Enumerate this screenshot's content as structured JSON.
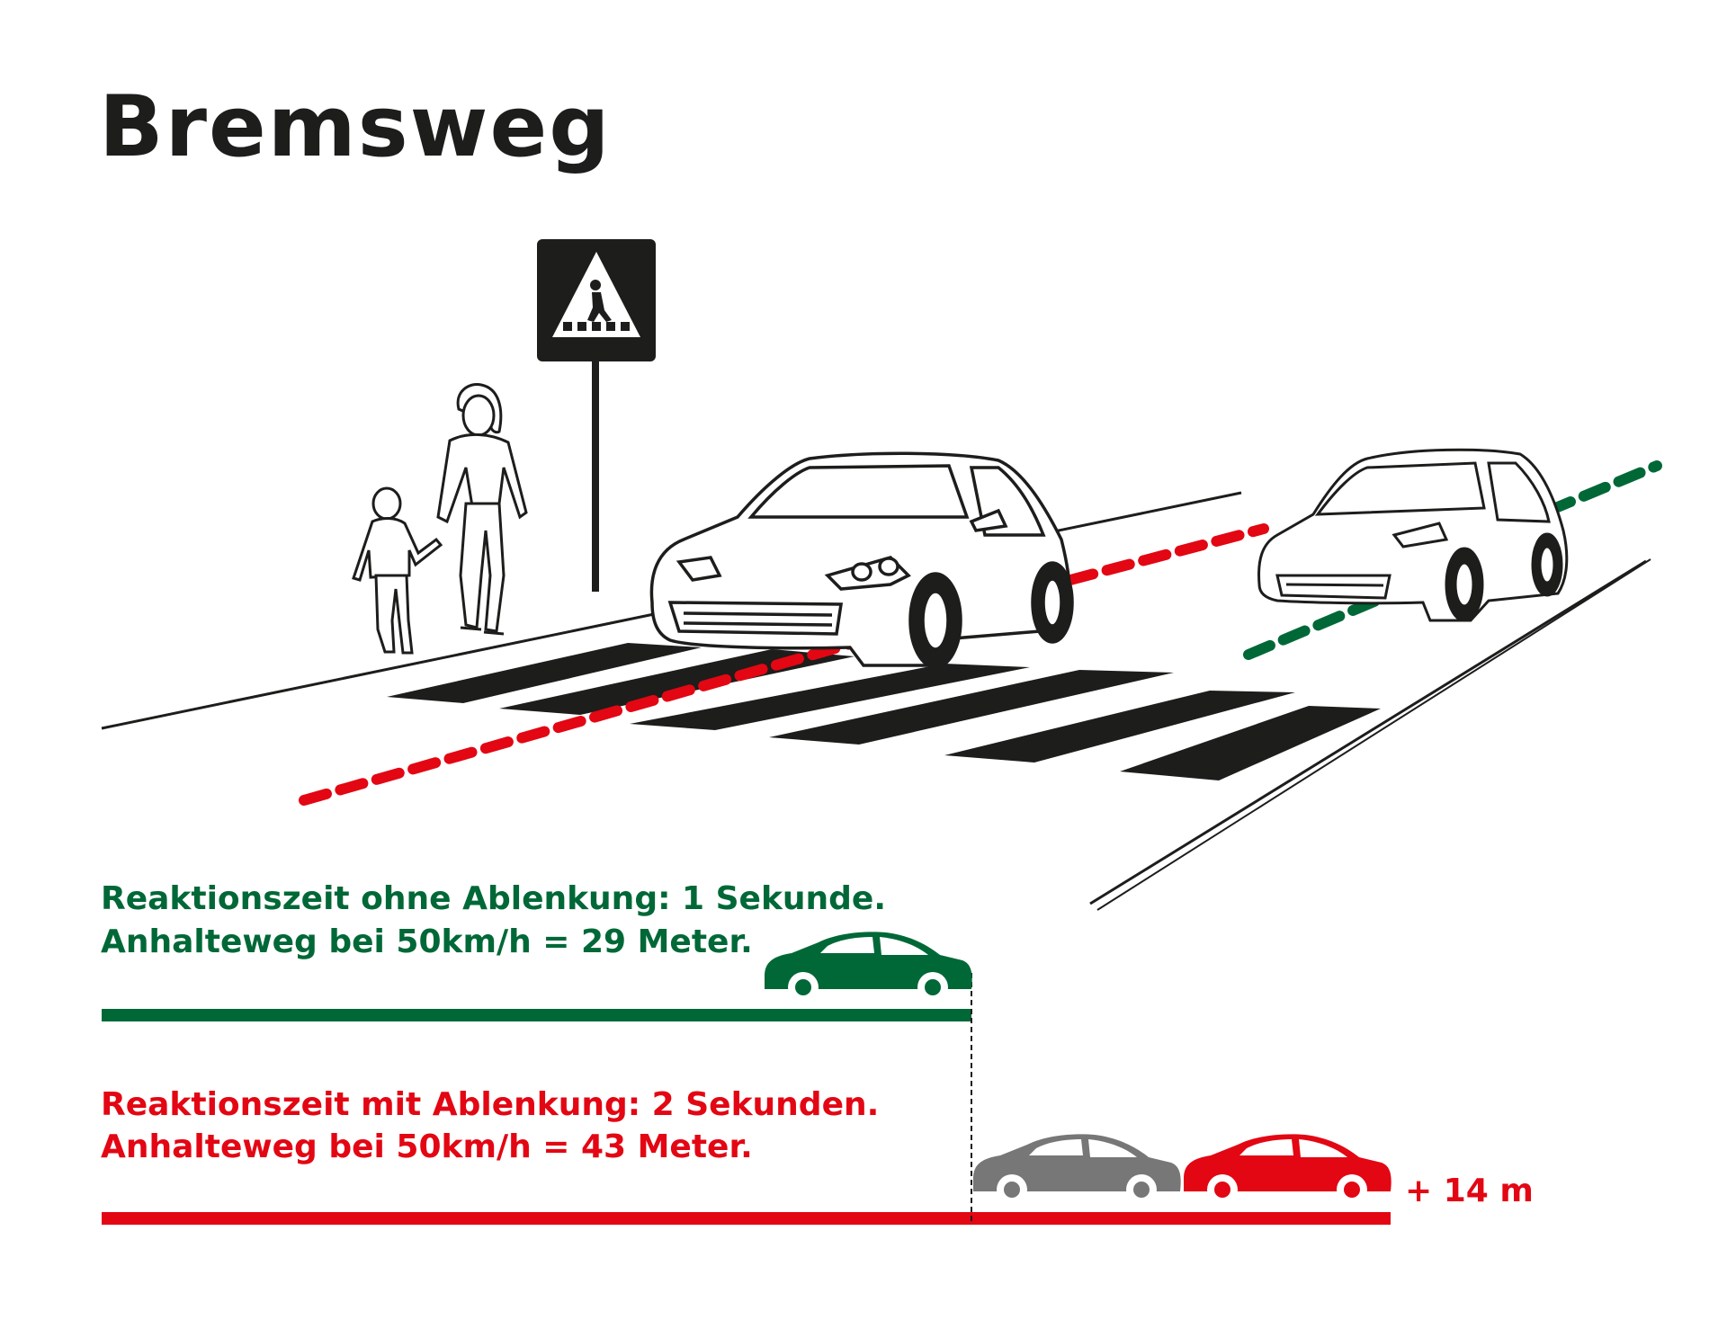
{
  "title": "Bremsweg",
  "scenario_without_distraction": {
    "line1": "Reaktionszeit ohne Ablenkung: 1 Sekunde.",
    "line2": "Anhalteweg bei 50km/h = 29 Meter.",
    "stopping_distance_m": 29,
    "color": "#006837"
  },
  "scenario_with_distraction": {
    "line1": "Reaktionszeit mit Ablenkung: 2 Sekunden.",
    "line2": "Anhalteweg bei 50km/h = 43 Meter.",
    "stopping_distance_m": 43,
    "color": "#e30613"
  },
  "difference_label": "+ 14 m",
  "icons": [
    "pedestrian-crossing-sign-icon",
    "woman-pedestrian-icon",
    "child-pedestrian-icon",
    "hatchback-car-icon",
    "sedan-car-icon"
  ],
  "colors": {
    "ink": "#1d1d1b",
    "green": "#006837",
    "red": "#e30613",
    "grey": "#777777"
  }
}
